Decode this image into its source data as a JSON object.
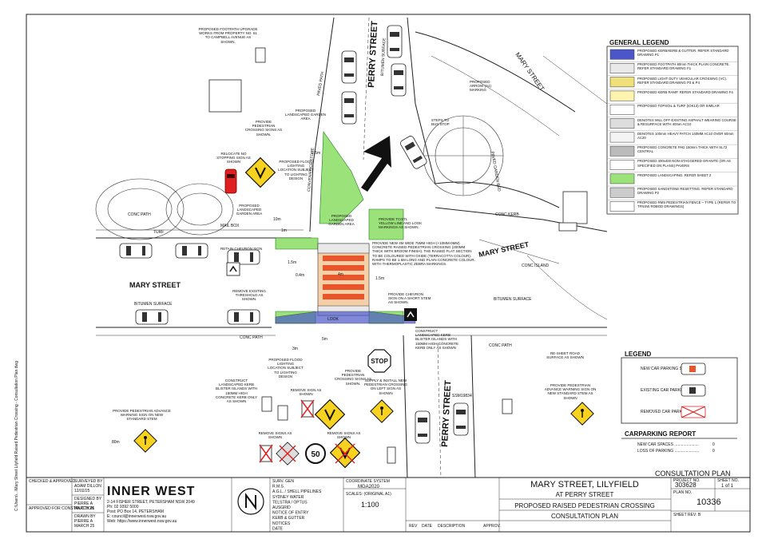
{
  "streets": {
    "perry_north": "PERRY STREET",
    "perry_south": "PERRY STREET",
    "mary_west": "MARY STREET",
    "mary_east": "MARY STREET",
    "mary_ne": "MARY STREET"
  },
  "annotations": {
    "footpath_upgrade": "PROPOSED FOOTPATH UPGRADE WORKS FROM PROPERTY NO. 61 TO CAMPBELL AVENUE AS SHOWN.",
    "landscaped_garden_1": "PROPOSED LANDSCAPED GARDEN AREA",
    "provide_ped_signs": "PROVIDE PEDESTRIAN CROSSING SIGNS AS SHOWN.",
    "relocate_no_stopping": "RELOCATE NO STOPPING SIGN AS SHOWN",
    "flood_lighting": "PROPOSED FLOOD LIGHTING LOCATION SUBJECT TO LIGHTING DESIGN",
    "landscaped_garden_2": "PROPOSED LANDSCAPED GARDEN AREA",
    "landscaped_garden_3": "PROPOSED LANDSCAPED GARDEN AREA",
    "yellow_line": "PROVIDE TC0/TL YELLOW LINE AND LOOK MARKINGS AS SHOWN.",
    "raised_crossing": "PROVIDE NEW 4M WIDE 75MM HIGH (+10MM-0MM) CONCRETE RAISED PEDESTRIAN CROSSING (200MM THICK WITH BROOM FINISH). THE RAISED FLAT SECTION TO BE COLOURED WITH OXIDE (TERRACOTTA COLOUR). RAMPS TO BE 1.5M LONG AND PLAIN CONCRETE COLOUR. WITH THERMOPLASTIC ZEBRA MARKINGS.",
    "chevron_sign": "PROVIDE CHEVRON SIGN ON A SHORT STEM AS SHOWN.",
    "retain_chevron": "RETAIN CHEVRON SIGN",
    "remove_threshold": "REMOVE EXISTING THRESHOLD AS SHOWN.",
    "kerb_blister_1": "CONSTRUCT LANDSCAPED KERB BLISTER ISLANDS WITH 150MM HIGH CONCRETE KERB ONLY AS SHOWN",
    "kerb_blister_2": "CONSTRUCT LANDSCAPED KERB BLISTER ISLANDS WITH 150MM HIGH CONCRETE KERB ONLY AS SHOWN",
    "flood_lighting_2": "PROPOSED FLOOD LIGHTING LOCATION SUBJECT TO LIGHTING DESIGN",
    "ped_signs_2": "PROVIDE PEDESTRIAN CROSSING SIGNS AS SHOWN.",
    "new_ped_sign": "SUPPLY & INSTALL NEW PEDESTRIAN CROSSING ON LEFT SIGN AS SHOWN",
    "remove_signs_1": "REMOVE SIGN AS SHOWN",
    "remove_signs_2": "REMOVE SIGNS AS SHOWN",
    "remove_signs_3": "REMOVE SIGNS AS SHOWN",
    "advance_warning_1": "PROVIDE PEDESTRIAN ADVANCE WARNING SIGN ON NEW STANDARD STEM",
    "advance_warning_2": "PROVIDE PEDESTRIAN ADVANCE WARNING SIGN ON NEW STANDARD STEM AS SHOWN",
    "reseat_road": "RE-SHEET ROAD SURFACE AS SHOWN",
    "arrow_marking": "PROPOSED ARROW (A1) MARKING",
    "steps_bus": "STEPS TO BUS STOP",
    "bitumen_1": "BITUMEN SURFACE",
    "bitumen_2": "BITUMEN SURFACE",
    "bitumen_3": "BITUMEN SURFACE",
    "conc_path_1": "CONC PATH",
    "conc_path_2": "CONC PATH",
    "conc_path_3": "CONC PATH",
    "conc_kerb": "CONC KERB",
    "conc_island": "CONC ISLAND",
    "turf": "TURF",
    "mail_box": "MAIL BOX",
    "convenience_store": "CONVENIENCE STORE",
    "paved_path": "PAVED PATH",
    "paved_garden": "PAVED GARDEN BED",
    "look": "LOOK",
    "stop": "STOP",
    "speed": "50",
    "dim_4m": "4m",
    "dim_1_5m": "1.5m",
    "dim_2_5m": "2.5m",
    "dim_0_4m": "0.4m",
    "dim_80m": "80m",
    "dim_10m": "10m",
    "dim_1m": "1m",
    "dim_5m": "5m",
    "dim_3m": "3m",
    "pit": "SSM19834"
  },
  "general_legend": {
    "title": "GENERAL LEGEND",
    "items": [
      {
        "text": "PROPOSED KERB/KERB & GUTTER. REFER STANDARD DRAWING P1",
        "swatch": "#4b57c8"
      },
      {
        "text": "PROPOSED FOOTPATH 80mm THICK PLAIN CONCRETE. REFER STANDARD DRAWING F1",
        "swatch": "#e9e9e9"
      },
      {
        "text": "PROPOSED LIGHT DUTY VEHICULAR CROSSING (VC). REFER STANDARD DRAWING P3 & P4",
        "swatch": "#f0e07a"
      },
      {
        "text": "PROPOSED KERB RAMP. REFER STANDARD DRAWING F4",
        "swatch": "#fff3b0"
      },
      {
        "text": "PROPOSED TOPSOIL & TURF (IOK13) OR SIMILAR",
        "swatch": "#ffffff"
      },
      {
        "text": "DENOTES MILL OFF EXISTING ASPHALT WEARING COURSE & RESURFACE WITH 40mm AC10",
        "swatch": "#dddddd"
      },
      {
        "text": "DENOTES 100mm HEAVY PATCH 140MM AC10 OVER 60mm AC20",
        "swatch": "#f4f4f4"
      },
      {
        "text": "PROPOSED CONCRETE PAD 150mm THICK WITH SL72 CENTRAL",
        "swatch": "#bbbbbb"
      },
      {
        "text": "PROPOSED 400x400 NON-STAGGERED GRANITE (OR AS SPECIFIED ON PLANS) PAVERS",
        "swatch": "#ffffff"
      },
      {
        "text": "PROPOSED LANDSCAPING. REFER SHEET 2",
        "swatch": "#9be27a"
      },
      {
        "text": "PROPOSED SANDSTONE RESETTING. REFER STANDARD DRAWING P2",
        "swatch": "#cccccc"
      },
      {
        "text": "PROPOSED RMS PEDESTRIAN FENCE – TYPE 1 (REFER TO TFNSW ROBOD DRAWINGS)",
        "swatch": "#ffffff"
      }
    ]
  },
  "legend": {
    "title": "LEGEND",
    "items": [
      {
        "text": "NEW CAR PARKING SPACE"
      },
      {
        "text": "EXISTING CAR PARKING SPACE"
      },
      {
        "text": "REMOVED CAR PARKING SPACE"
      }
    ]
  },
  "carparking_report": {
    "title": "CARPARKING REPORT",
    "new_label": "NEW CAR SPACES ......................",
    "new_value": "0",
    "loss_label": "LOSS OF PARKING ......................",
    "loss_value": "0"
  },
  "consultation_banner": "CONSULTATION PLAN",
  "title_block": {
    "approved_label": "CHECKED & APPROVED",
    "approved_for_construction": "APPROVED FOR CONSTRUCTION",
    "surveyed_by": "SURVEYED BY",
    "surveyor": "ADAM DILLON",
    "survey_date": "12/02/25",
    "designed_by": "DESIGNED BY",
    "designer": "PIERRE A",
    "design_date": "MARCH 25",
    "drawn_by": "DRAWN BY",
    "drafter": "PIERRE A",
    "drawn_date": "MARCH 25",
    "logo": "INNER WEST",
    "council_address": "2-14 FISHER STREET, PETERSHAM NSW 2049",
    "council_phone": "Ph: 02 9392 5000",
    "council_po": "Post: PO Box 14, PETERSHAM",
    "council_email": "E: council@innerwest.nsw.gov.au",
    "council_web": "Web: https://www.innerwest.nsw.gov.au",
    "services": [
      "SURV. GEN",
      "R.M.S.",
      "A.G.L. / SHELL PIPELINES",
      "SYDNEY WATER",
      "TELSTRA / OPTUS",
      "AUSGRID",
      "NOTICE OF ENTRY",
      "KERB & GUTTER",
      "NOTICES",
      "DATE"
    ],
    "coord_label": "COORDINATE SYSTEM",
    "coord_value": "MGA2020",
    "scales_label": "SCALES: (ORIGINAL A1)",
    "scale_value": "1:100",
    "rev_headers": [
      "REV",
      "DATE",
      "DESCRIPTION",
      "APPROV."
    ],
    "project_title": "MARY STREET, LILYFIELD",
    "project_sub": "AT PERRY STREET",
    "project_desc": "PROPOSED RAISED PEDESTRIAN CROSSING",
    "project_type": "CONSULTATION PLAN",
    "project_no_label": "PROJECT NO.",
    "project_no": "303628",
    "sheet_no_label": "SHEET NO.",
    "sheet_no": "1 of 1",
    "plan_no_label": "PLAN NO.",
    "plan_no": "10336",
    "sheet_rev_label": "SHEET REV: B"
  },
  "side_text": "C:\\Users\\...\\Mary Street Lilyfield Raised Pedestrian Crossing - Consultation Plan.dwg"
}
